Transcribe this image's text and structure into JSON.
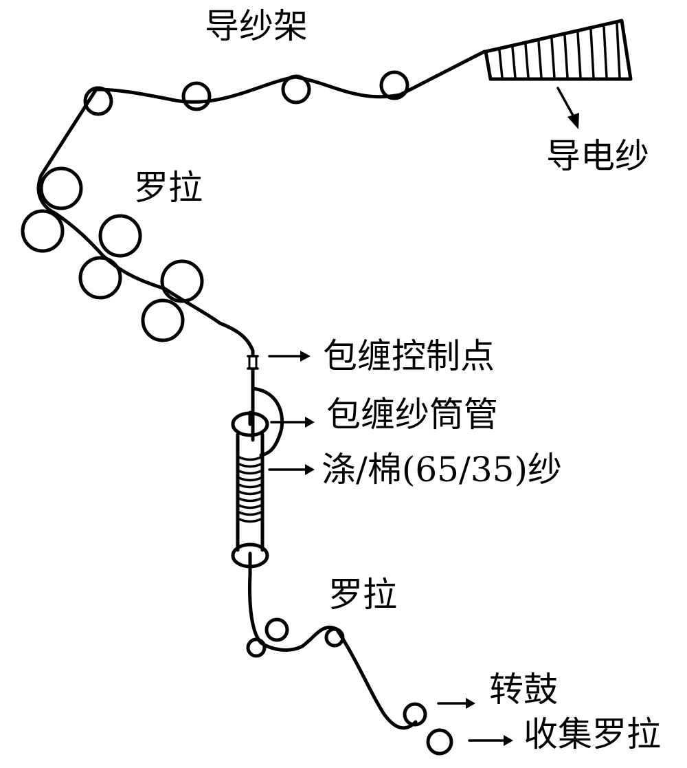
{
  "title": "包缠纱纺制工艺示意图",
  "colors": {
    "ink": "#000000",
    "background": "#ffffff"
  },
  "labels": {
    "creel": "导纱架",
    "conductive_yarn": "导电纱",
    "rollers_top": "罗拉",
    "wrap_control_point": "包缠控制点",
    "wrap_bobbin": "包缠纱筒管",
    "pc_yarn": "涤/棉(65/35)纱",
    "rollers_bottom": "罗拉",
    "drum": "转鼓",
    "collect_roller": "收集罗拉"
  },
  "flow": [
    "导电纱",
    "导纱架",
    "罗拉",
    "包缠控制点",
    "包缠纱筒管",
    "涤/棉(65/35)纱",
    "罗拉",
    "转鼓",
    "收集罗拉"
  ]
}
